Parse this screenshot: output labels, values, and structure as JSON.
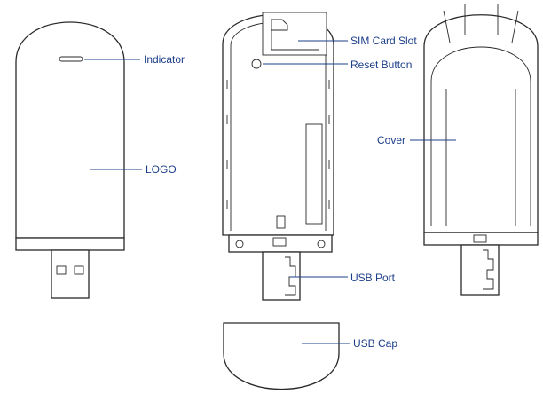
{
  "diagram": {
    "labels": {
      "indicator": "Indicator",
      "logo": "LOGO",
      "sim_card_slot": "SIM Card Slot",
      "reset_button": "Reset Button",
      "cover": "Cover",
      "usb_port": "USB Port",
      "usb_cap": "USB Cap"
    },
    "colors": {
      "label": "#1d3f8a",
      "outline": "#2a2a2a"
    }
  }
}
